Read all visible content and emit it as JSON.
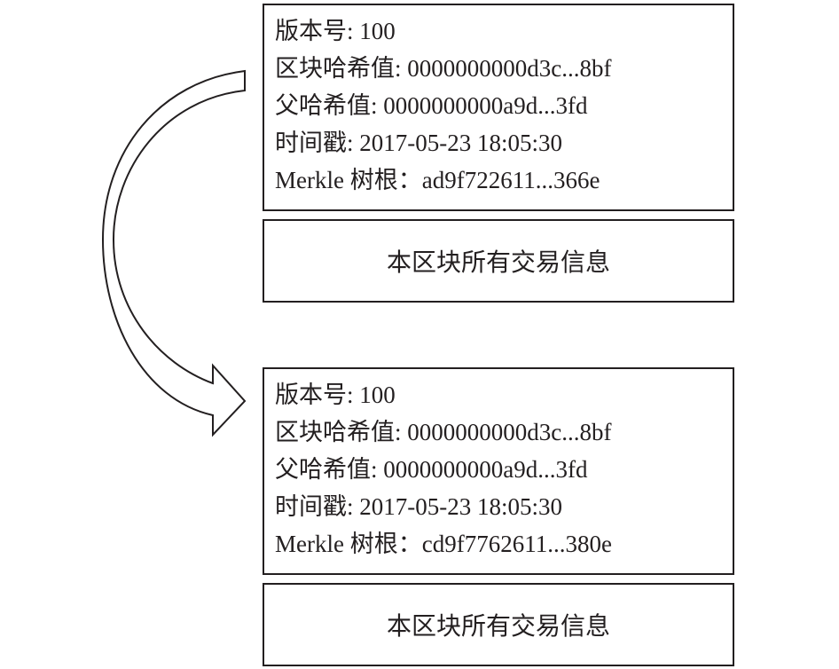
{
  "blocks": [
    {
      "header": {
        "version": "版本号: 100",
        "block_hash": "区块哈希值: 0000000000d3c...8bf",
        "parent_hash": "父哈希值: 0000000000a9d...3fd",
        "timestamp": "时间戳: 2017-05-23 18:05:30",
        "merkle_root": "Merkle 树根：ad9f722611...366e"
      },
      "transactions": "本区块所有交易信息"
    },
    {
      "header": {
        "version": "版本号: 100",
        "block_hash": "区块哈希值: 0000000000d3c...8bf",
        "parent_hash": "父哈希值: 0000000000a9d...3fd",
        "timestamp": "时间戳: 2017-05-23 18:05:30",
        "merkle_root": "Merkle 树根：cd9f7762611...380e"
      },
      "transactions": "本区块所有交易信息"
    }
  ],
  "colors": {
    "stroke": "#231f20",
    "background": "#ffffff"
  }
}
